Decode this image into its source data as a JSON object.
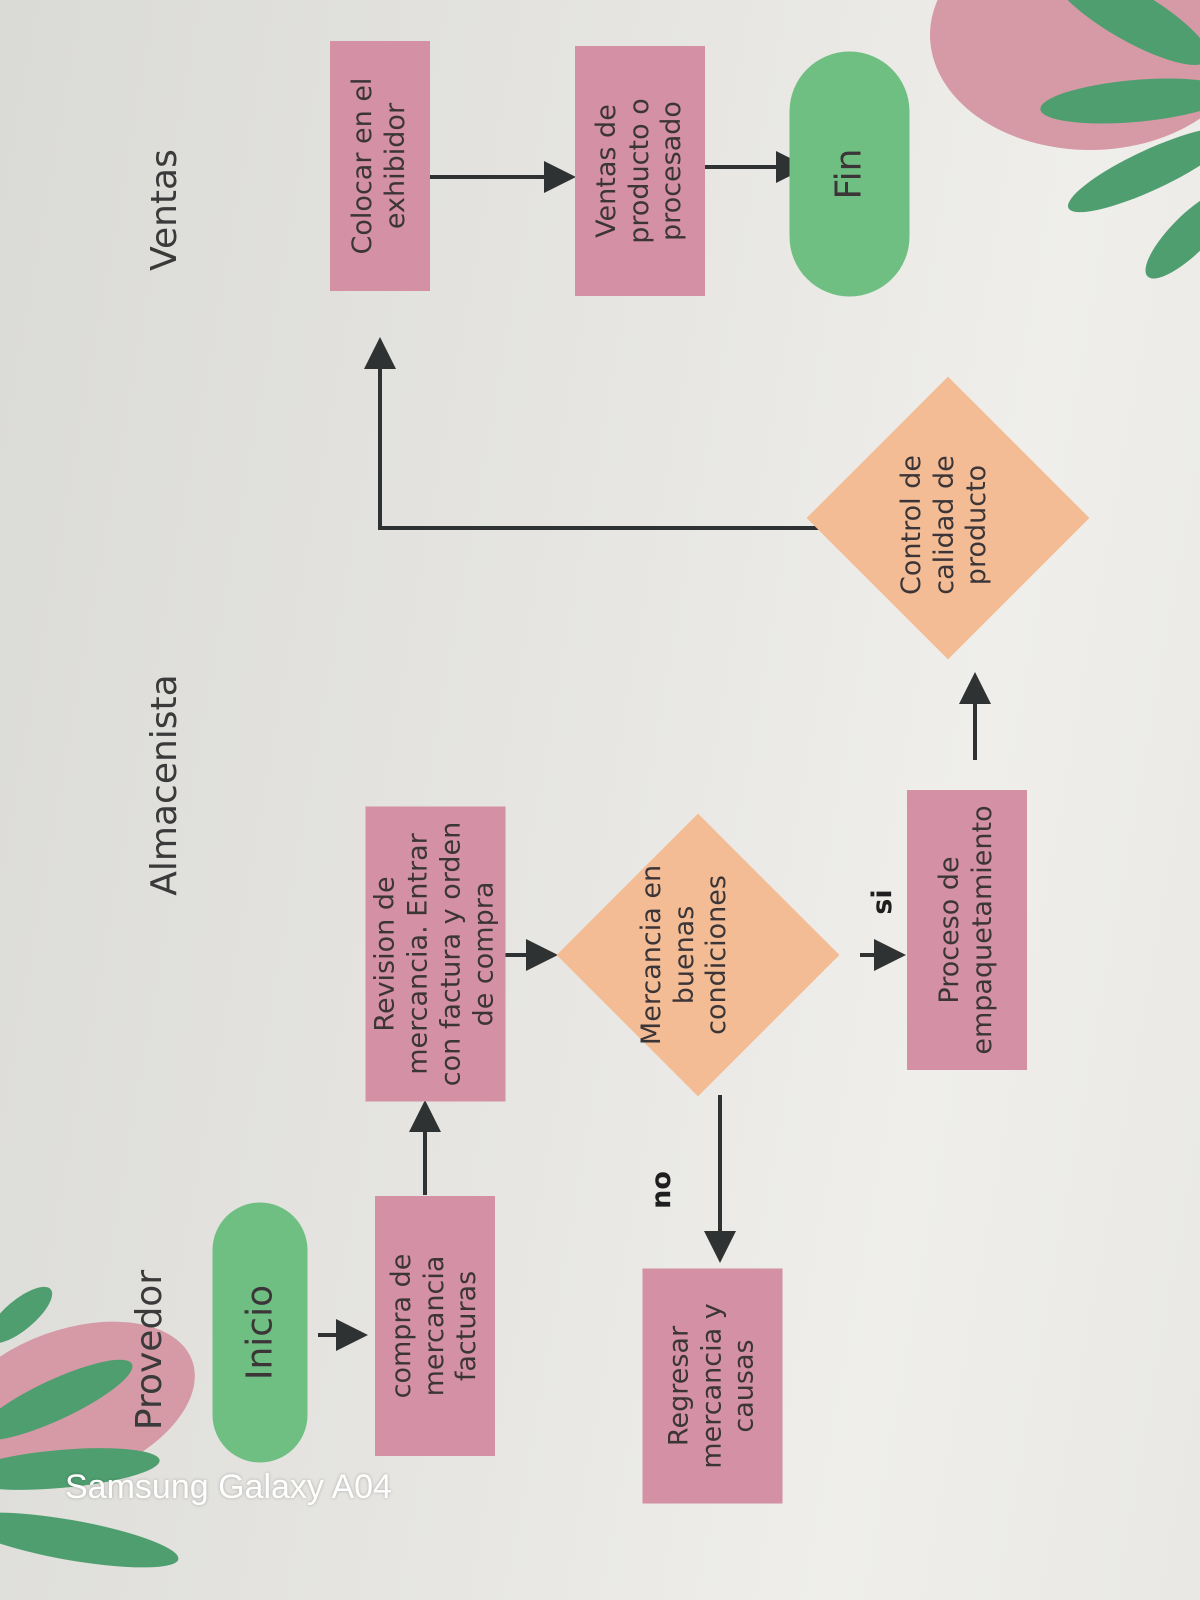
{
  "lanes": {
    "provider": "Provedor",
    "warehouse": "Almacenista",
    "sales": "Ventas"
  },
  "nodes": {
    "start": "Inicio",
    "purchase": "compra de mercancia facturas",
    "review": "Revision de mercancia. Entrar con factura y orden de compra",
    "condition": "Mercancia en buenas condiciones",
    "return": "Regresar mercancia y causas",
    "packaging": "Proceso de empaquetamiento",
    "quality": "Control de calidad de producto",
    "display": "Colocar en el exhibidor",
    "sales": "Ventas de producto o procesado",
    "end": "Fin"
  },
  "edge_labels": {
    "no": "no",
    "yes": "si"
  },
  "watermark": "Samsung Galaxy A04",
  "colors": {
    "process": "#d490a4",
    "decision": "#f3bc94",
    "terminal": "#6fbf83",
    "arrow": "#2f3233"
  }
}
